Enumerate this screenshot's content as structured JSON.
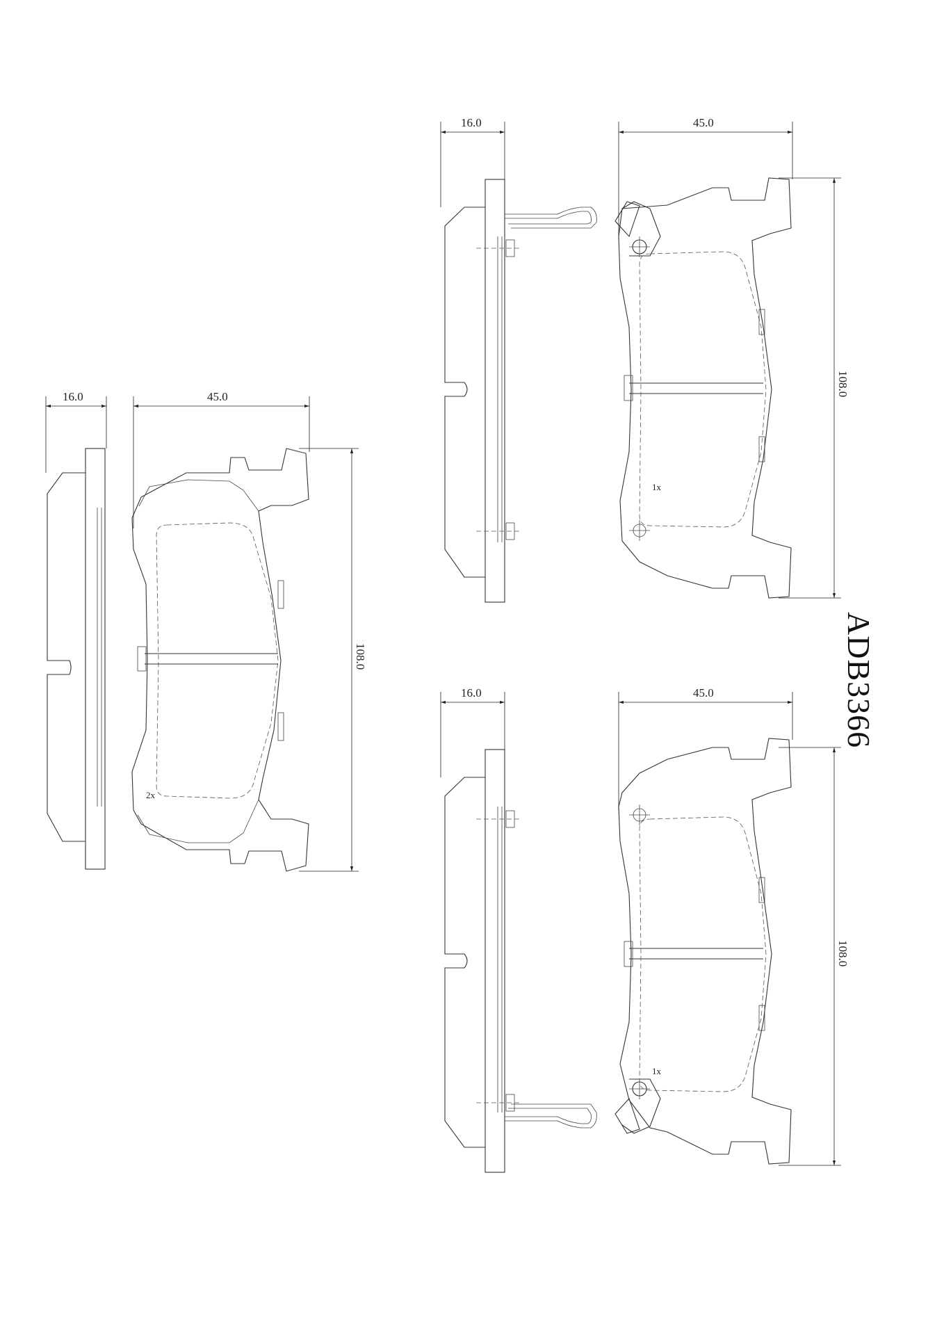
{
  "part_number": "ADB3366",
  "views": [
    {
      "id": "left-pad",
      "thickness": "16.0",
      "width": "45.0",
      "height": "108.0",
      "quantity": "2x"
    },
    {
      "id": "top-right-pad",
      "thickness": "16.0",
      "width": "45.0",
      "height": "108.0",
      "quantity": "1x"
    },
    {
      "id": "bottom-right-pad",
      "thickness": "16.0",
      "width": "45.0",
      "height": "108.0",
      "quantity": "1x"
    }
  ],
  "colors": {
    "line": "#333333",
    "background": "#ffffff"
  }
}
